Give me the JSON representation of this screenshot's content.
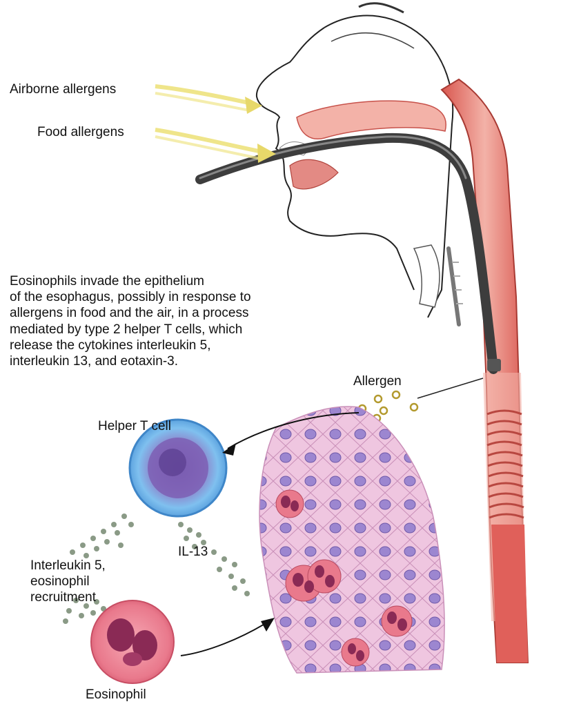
{
  "labels": {
    "airborne": "Airborne allergens",
    "food": "Food allergens",
    "allergen": "Allergen",
    "helper_t": "Helper T cell",
    "il13": "IL-13",
    "il5_lines": [
      "Interleukin 5,",
      "eosinophil",
      "recruitment"
    ],
    "eosinophil": "Eosinophil"
  },
  "caption_lines": [
    "Eosinophils invade the epithelium",
    "of the esophagus, possibly in response to",
    "allergens in food and the air, in a process",
    "mediated by type 2 helper T cells, which",
    "release the cytokines interleukin 5,",
    "interleukin 13, and eotaxin-3."
  ],
  "colors": {
    "esophagus": "#e0605a",
    "esophagus_light": "#f3b2a8",
    "endoscope": "#3d3d3d",
    "allergen_arrow": "#efe58a",
    "t_cell": "#6fb3e8",
    "t_cell_nucleus": "#6a4aa0",
    "tissue": "#e8b7d8",
    "cell_nucleus": "#9c86d0",
    "eosinophil_cell": "#e9798c",
    "eosinophil_nucleus": "#8a2a55",
    "particles": "#8a9a86"
  }
}
